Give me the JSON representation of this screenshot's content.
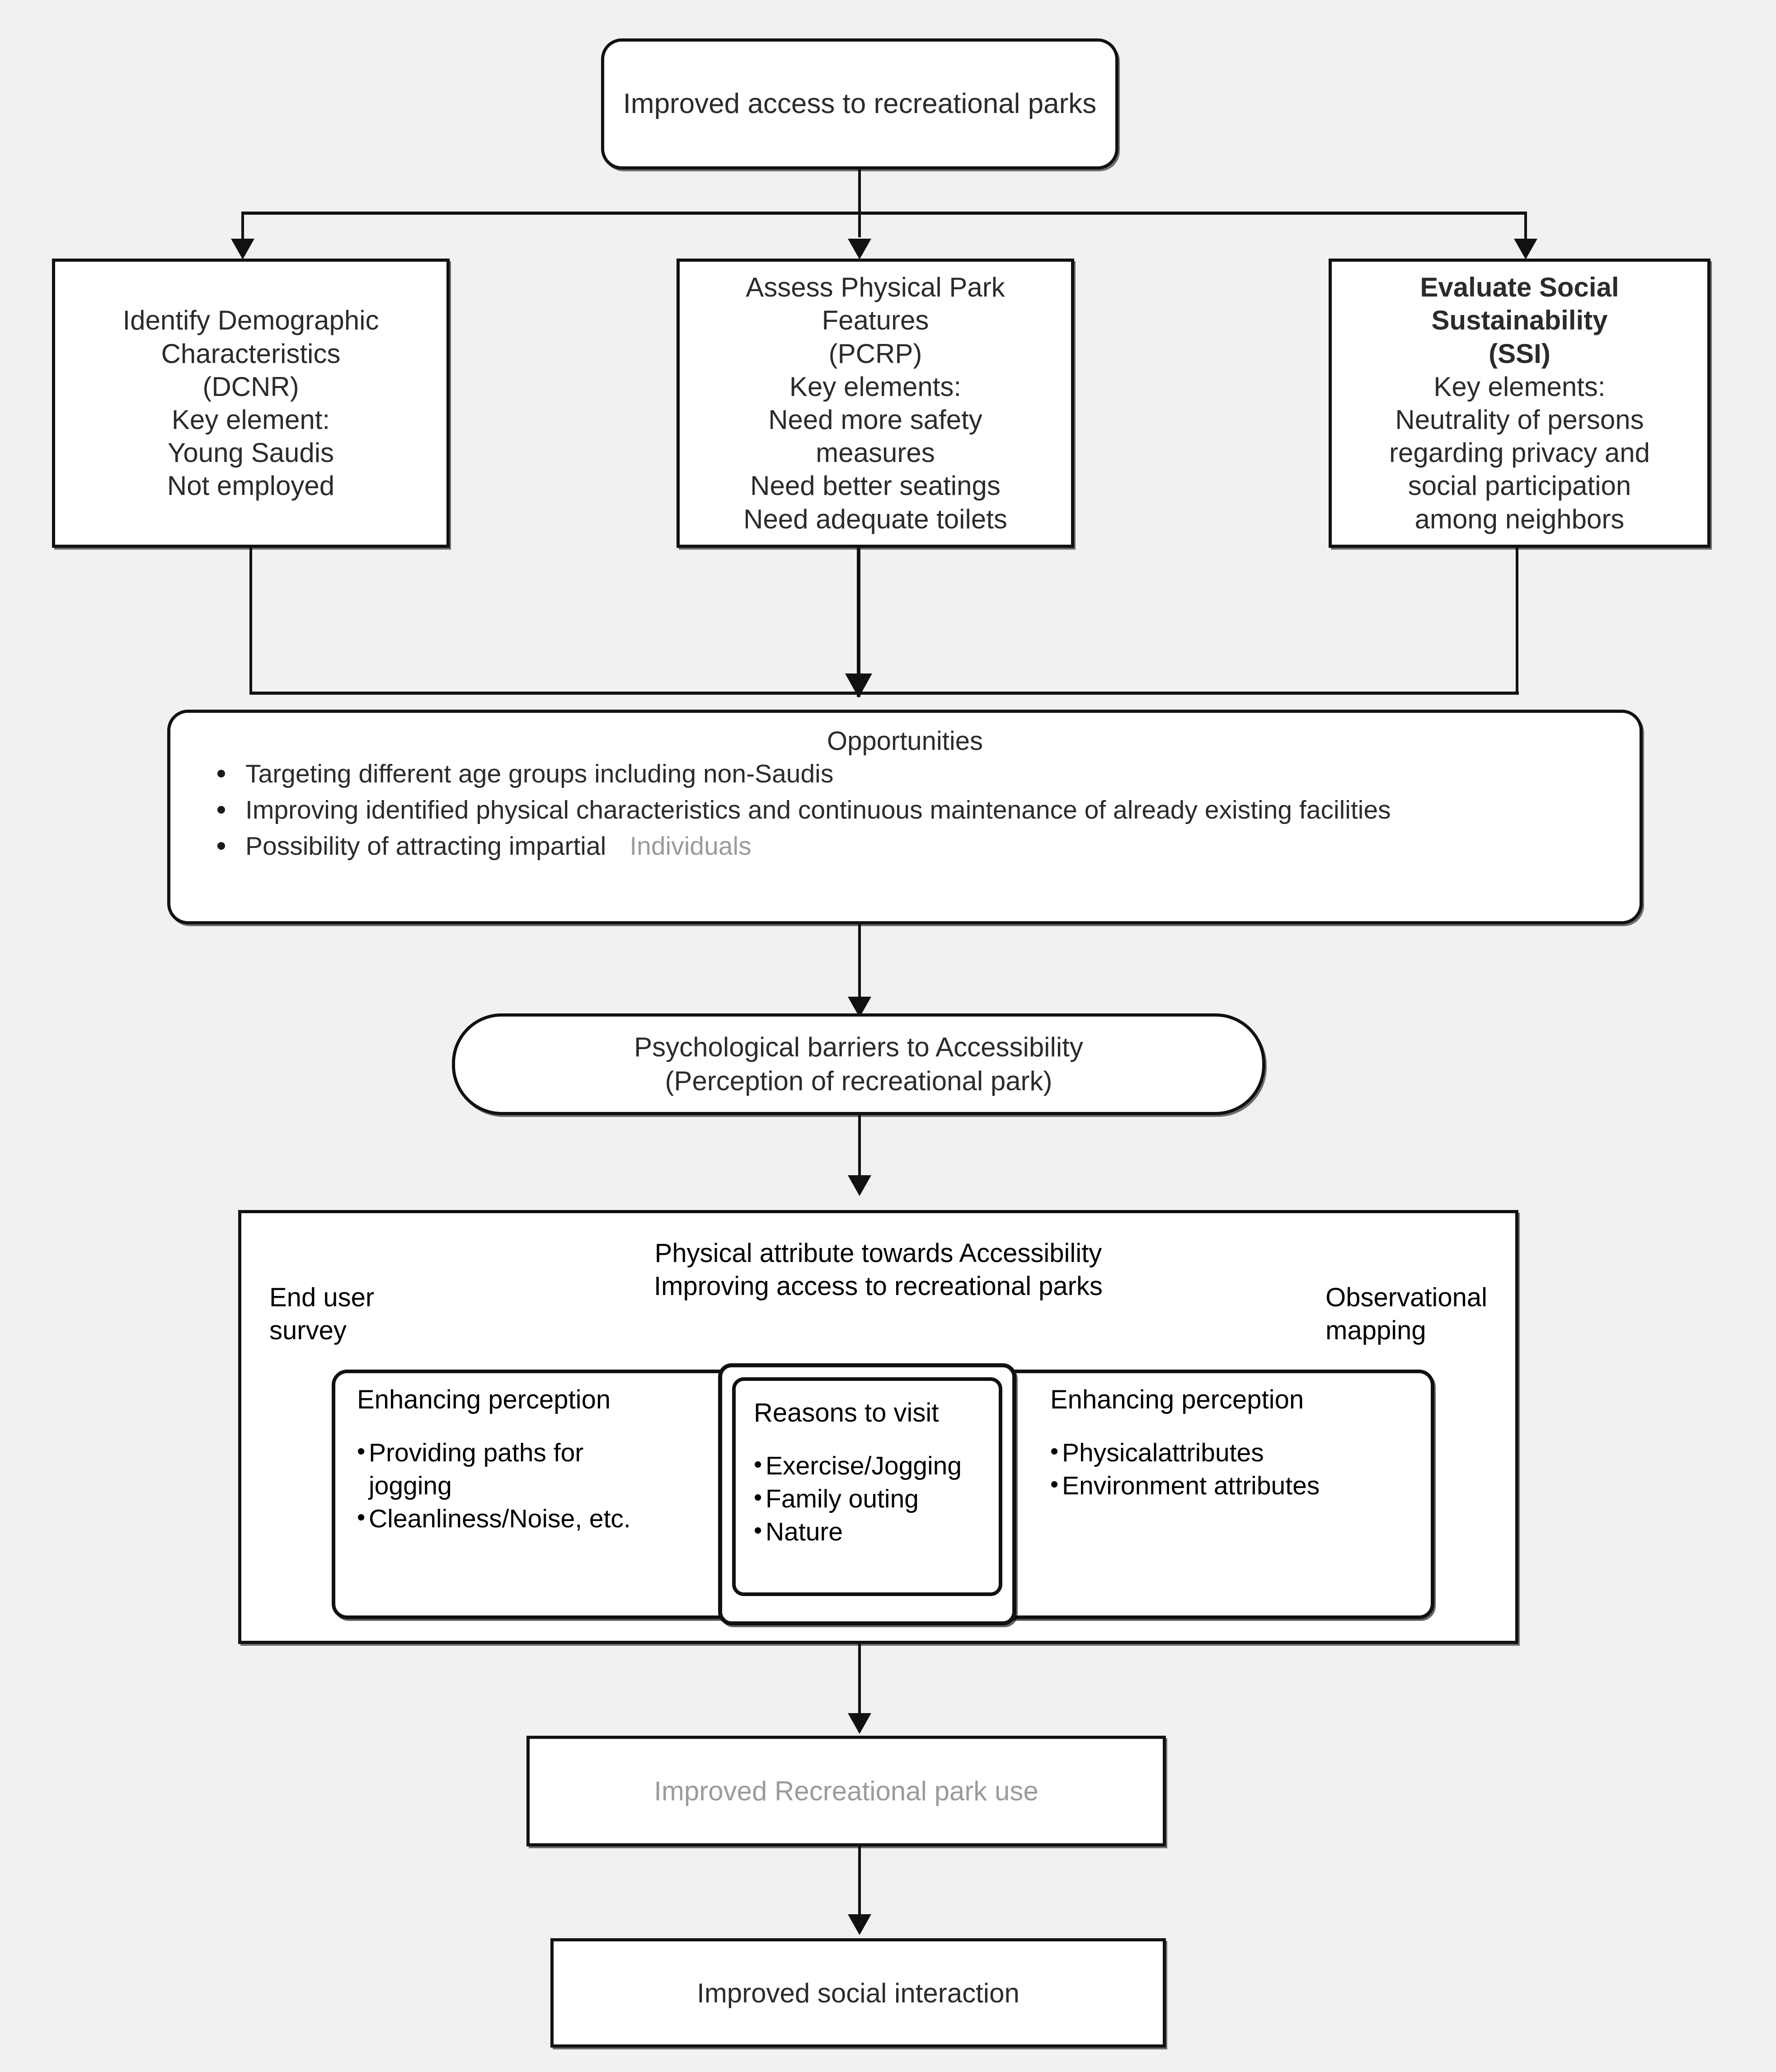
{
  "diagram": {
    "top": {
      "label": "Improved access to recreational parks"
    },
    "branches": [
      {
        "title": "Identify Demographic\nCharacteristics\n(DCNR)",
        "bold": false,
        "body": "Key element:\nYoung Saudis\nNot employed"
      },
      {
        "title": "Assess Physical Park\nFeatures\n(PCRP)",
        "bold": false,
        "body": "Key elements:\nNeed more safety\nmeasures\nNeed better seatings\nNeed adequate toilets"
      },
      {
        "title": "Evaluate Social\nSustainability\n(SSI)",
        "bold": true,
        "body": "Key elements:\nNeutrality of persons\nregarding privacy and\nsocial participation\namong neighbors"
      }
    ],
    "opportunities": {
      "title": "Opportunities",
      "items": [
        "Targeting different age groups including non-Saudis",
        "Improving identified physical characteristics and continuous maintenance of already existing facilities",
        "Possibility of attracting impartial"
      ],
      "item3_trailing": "Individuals"
    },
    "barriers": {
      "label": "Psychological barriers to Accessibility\n(Perception of recreational park)"
    },
    "framework": {
      "title": "Physical attribute towards Accessibility\nImproving access to recreational parks",
      "left_label": "End user\nsurvey",
      "right_label": "Observational\nmapping",
      "panels": [
        {
          "heading": "Enhancing perception",
          "items": [
            "Providing paths for jogging",
            "Cleanliness/Noise, etc."
          ]
        },
        {
          "heading": "Reasons to visit",
          "items": [
            "Exercise/Jogging",
            "Family outing",
            "Nature"
          ]
        },
        {
          "heading": "Enhancing perception",
          "items": [
            "Physicalattributes",
            "Environment attributes"
          ]
        }
      ]
    },
    "outcome1": {
      "label": "Improved Recreational park use"
    },
    "outcome2": {
      "label": "Improved social interaction"
    }
  },
  "colors": {
    "stroke": "#111111",
    "background": "#f0f0f0",
    "page": "#f1f1f1",
    "text": "#2b2b2b",
    "muted_text": "#9b9b9b"
  }
}
